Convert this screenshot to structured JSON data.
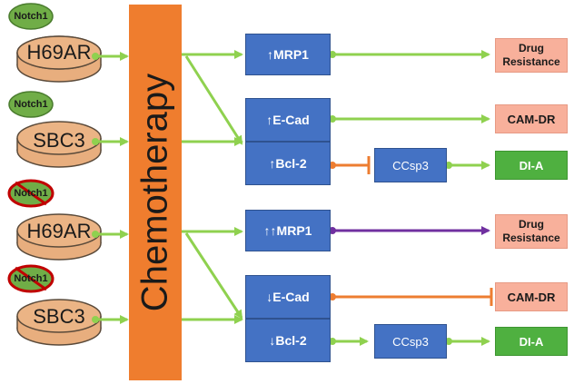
{
  "center": {
    "label": "Chemotherapy"
  },
  "cells": [
    {
      "name": "H69AR",
      "notch": "Notch1",
      "notch_status": "present"
    },
    {
      "name": "SBC3",
      "notch": "Notch1",
      "notch_status": "present"
    },
    {
      "name": "H69AR",
      "notch": "Notch1",
      "notch_status": "knocked-out"
    },
    {
      "name": "SBC3",
      "notch": "Notch1",
      "notch_status": "knocked-out"
    }
  ],
  "markers": {
    "mrp1_up": "↑MRP1",
    "ecad_up": "↑E-Cad",
    "bcl2_up": "↑Bcl-2",
    "mrp1_upup": "↑↑MRP1",
    "ecad_down": "↓E-Cad",
    "bcl2_down": "↓Bcl-2",
    "ccsp3_a": "CCsp3",
    "ccsp3_b": "CCsp3"
  },
  "outcomes": {
    "drug_resistance_1": "Drug Resistance",
    "cam_dr_1": "CAM-DR",
    "dia_1": "DI-A",
    "drug_resistance_2": "Drug Resistance",
    "cam_dr_2": "CAM-DR",
    "dia_2": "DI-A"
  },
  "colors": {
    "arrow": "#8fd14f",
    "inhibit": "#ed7d31",
    "strong": "#7030a0",
    "chemo": "#ef7d2e",
    "marker_box": "#4472c4",
    "outcome_pink": "#f8b09b",
    "outcome_green": "#4fb040",
    "dish": "#e8ae7e",
    "notch_badge": "#70ad47",
    "knockout": "#c00000"
  },
  "icons": [
    "petri-dish-icon",
    "notch1-badge-icon",
    "knockout-cross-icon",
    "arrow-icon",
    "inhibition-tbar-icon"
  ]
}
